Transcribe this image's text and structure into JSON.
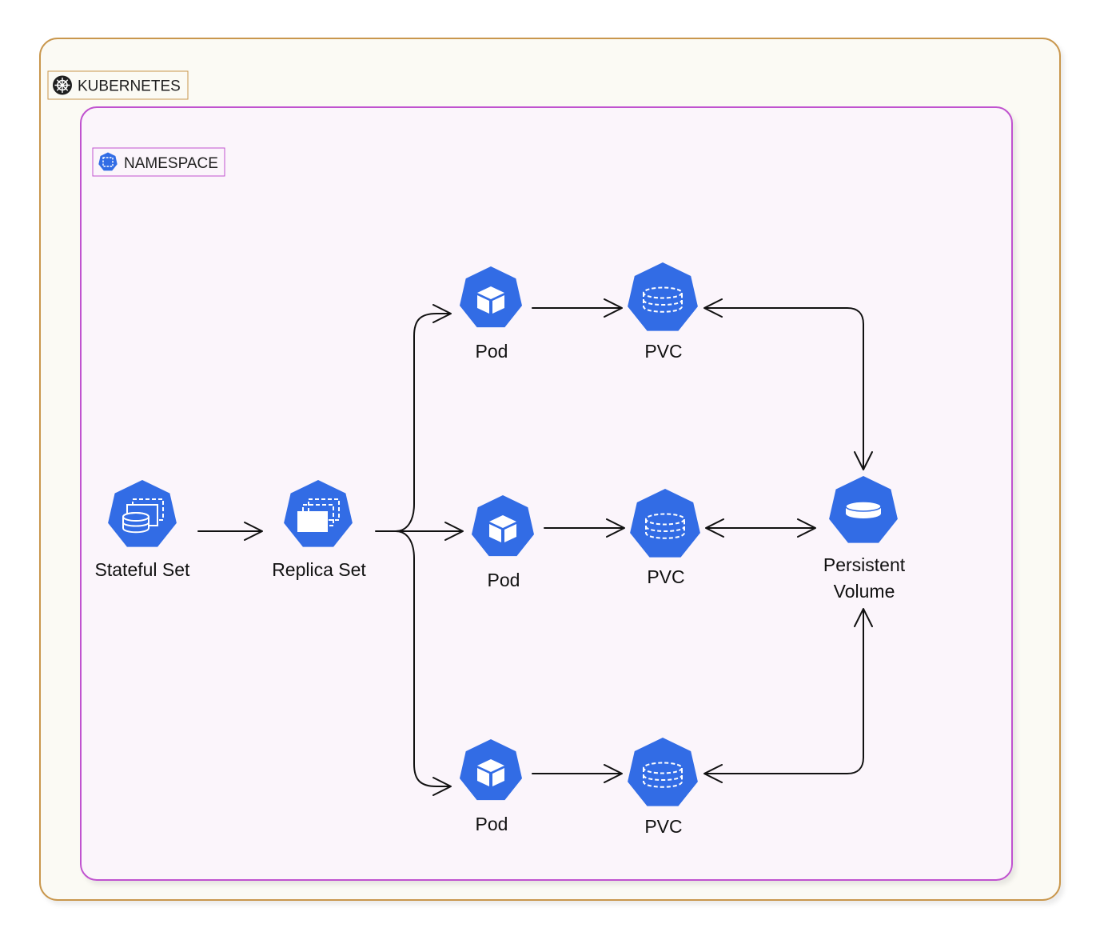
{
  "containers": {
    "kubernetes": {
      "label": "KUBERNETES",
      "icon": "kubernetes-helm-icon"
    },
    "namespace": {
      "label": "NAMESPACE",
      "icon": "namespace-icon"
    }
  },
  "colors": {
    "k8s_blue": "#326ce5",
    "kubernetes_border": "#c9974d",
    "kubernetes_fill": "#fbfaf4",
    "namespace_border": "#c052cf",
    "namespace_fill": "#fbf5fb"
  },
  "nodes": {
    "statefulset": {
      "label": "Stateful Set",
      "icon": "statefulset-icon"
    },
    "replicaset": {
      "label": "Replica Set",
      "icon": "replicaset-icon"
    },
    "pod1": {
      "label": "Pod",
      "icon": "pod-icon"
    },
    "pod2": {
      "label": "Pod",
      "icon": "pod-icon"
    },
    "pod3": {
      "label": "Pod",
      "icon": "pod-icon"
    },
    "pvc1": {
      "label": "PVC",
      "icon": "pvc-icon"
    },
    "pvc2": {
      "label": "PVC",
      "icon": "pvc-icon"
    },
    "pvc3": {
      "label": "PVC",
      "icon": "pvc-icon"
    },
    "pv": {
      "label_line1": "Persistent",
      "label_line2": "Volume",
      "icon": "persistent-volume-icon"
    }
  }
}
